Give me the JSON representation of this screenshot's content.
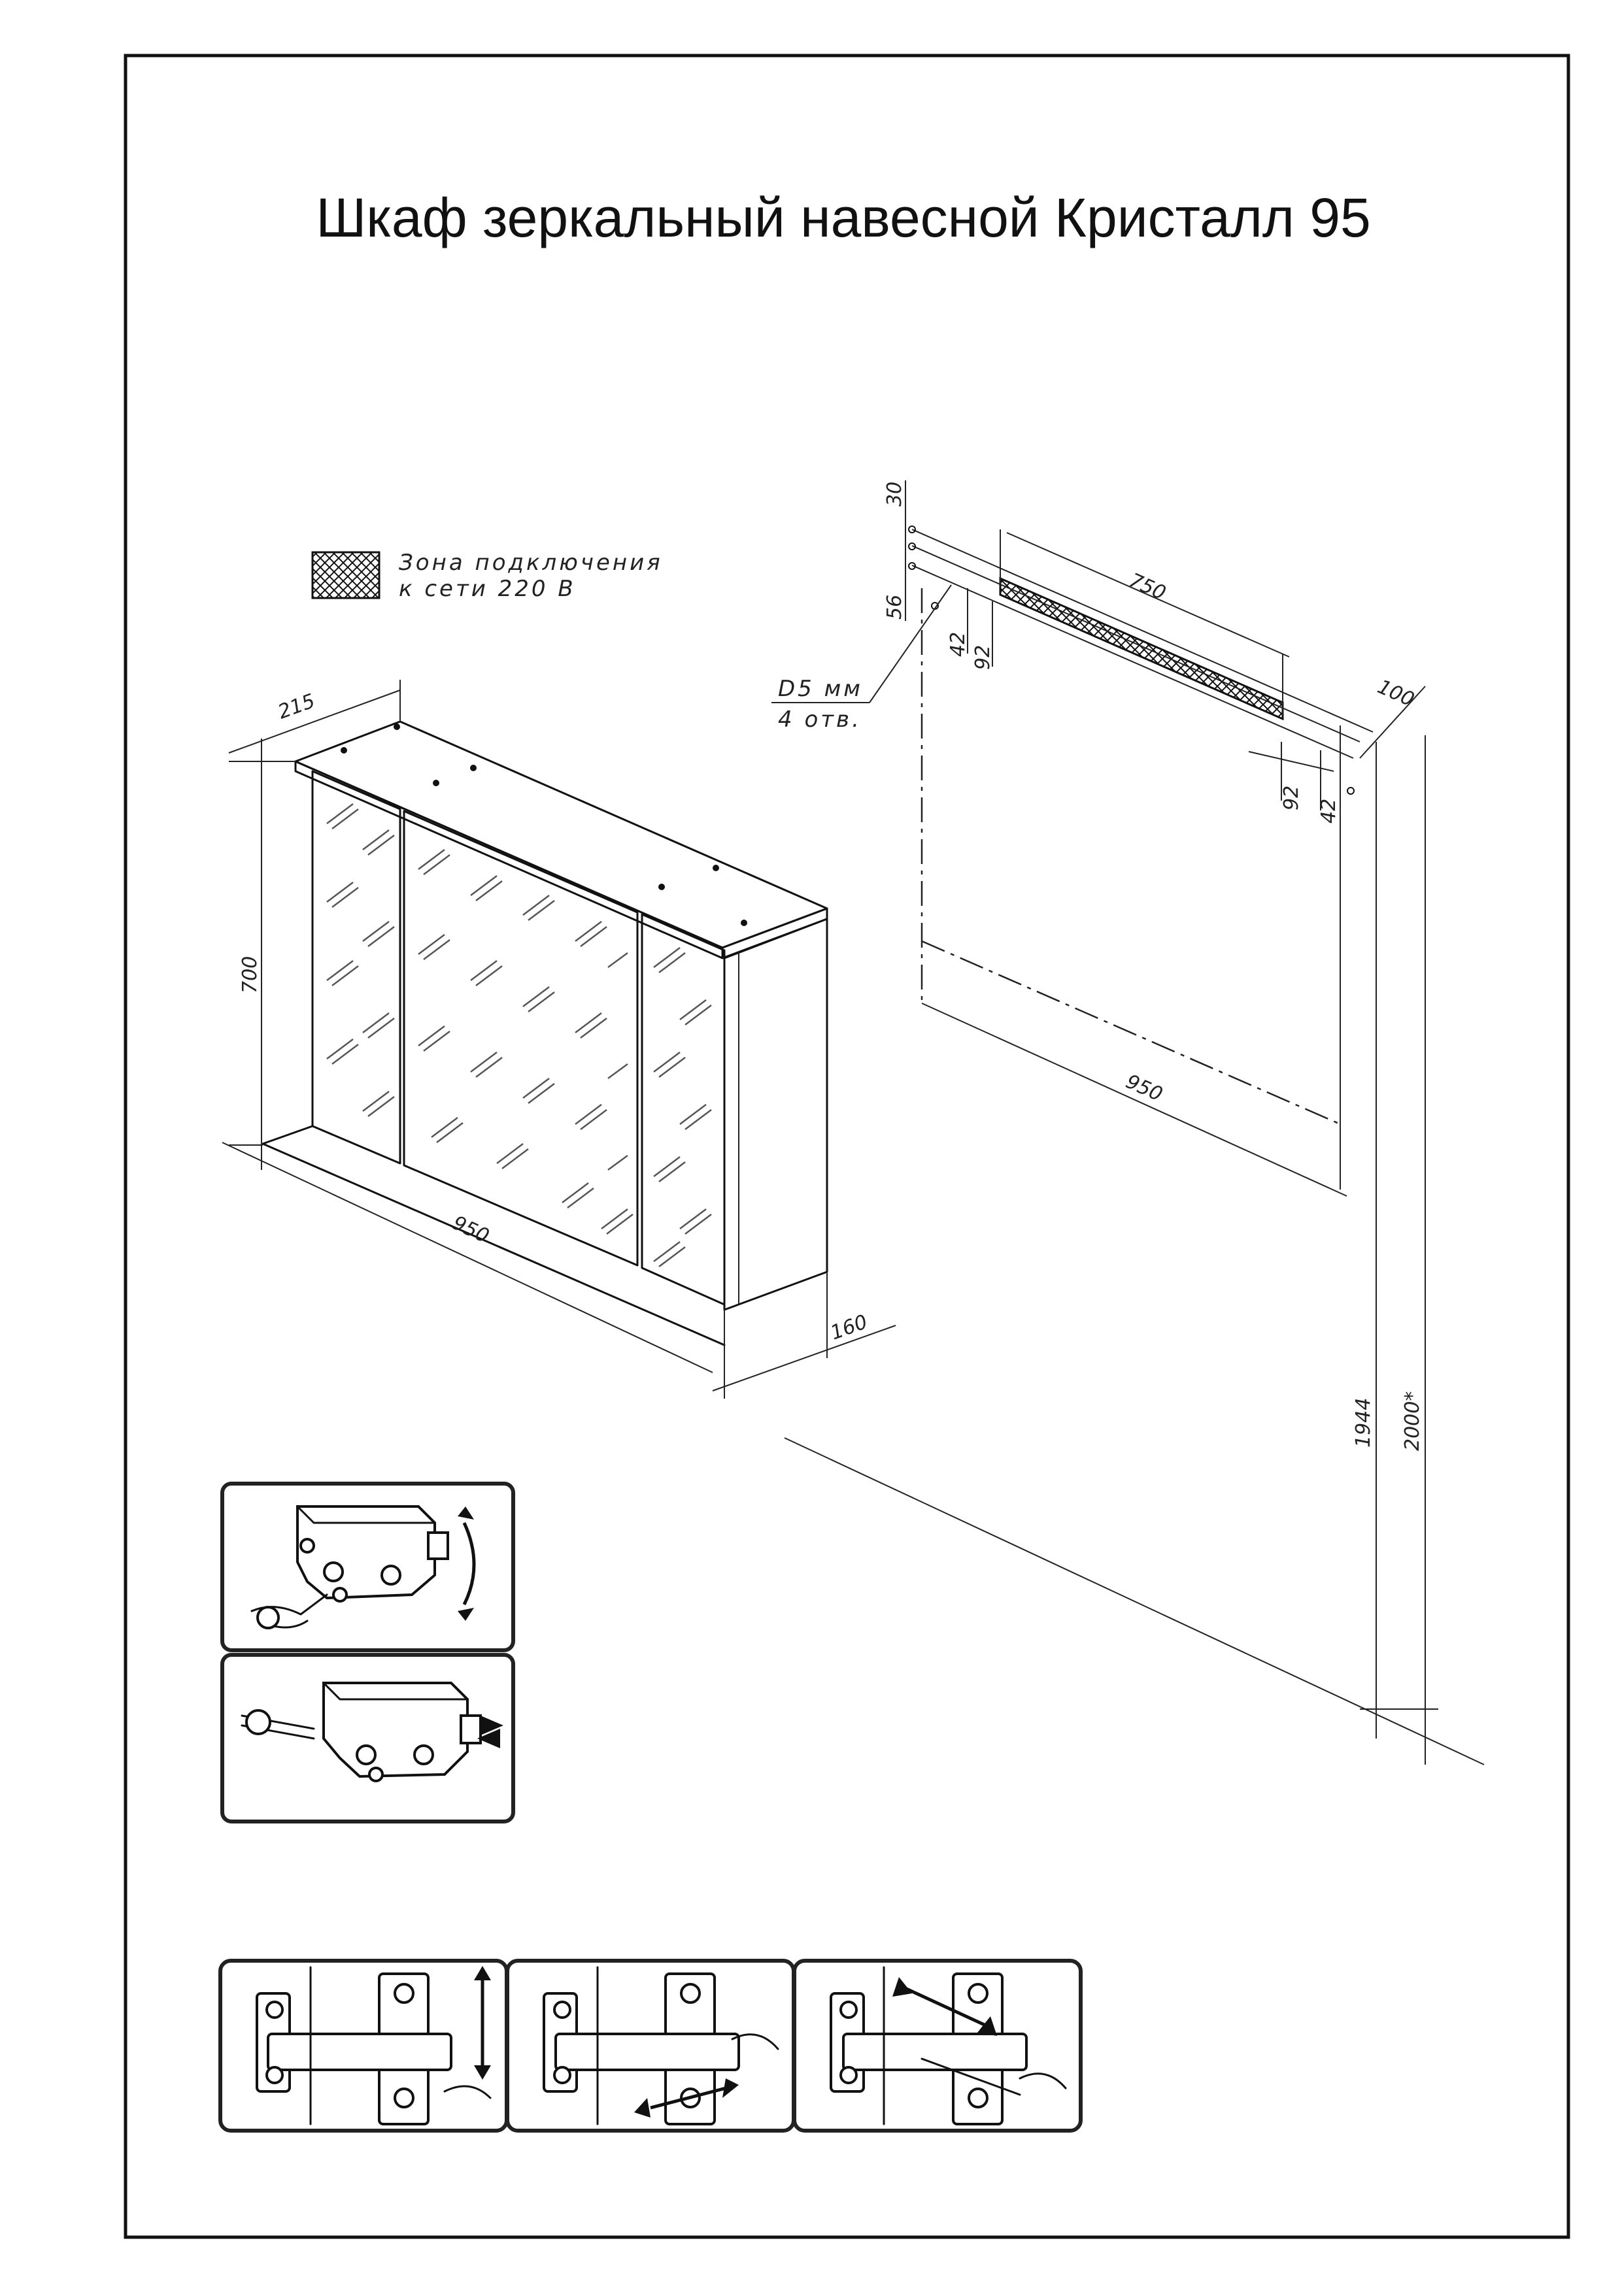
{
  "title": "Шкаф зеркальный навесной Кристалл 95",
  "legend": {
    "line1": "Зона подключения",
    "line2": "к сети 220 В"
  },
  "hole_note": {
    "line1": "D5 мм",
    "line2": "4 отв."
  },
  "cabinet_dims": {
    "depth_top": "215",
    "height": "700",
    "width": "950",
    "depth_bottom": "160"
  },
  "wall_dims": {
    "top_offset": "30",
    "left_offset": "56",
    "v42_left": "42",
    "v92_left": "92",
    "zone_width": "750",
    "right_offset": "100",
    "v92_right": "92",
    "v42_right": "42",
    "wall_width": "950",
    "height_1944": "1944",
    "height_2000": "2000*"
  }
}
